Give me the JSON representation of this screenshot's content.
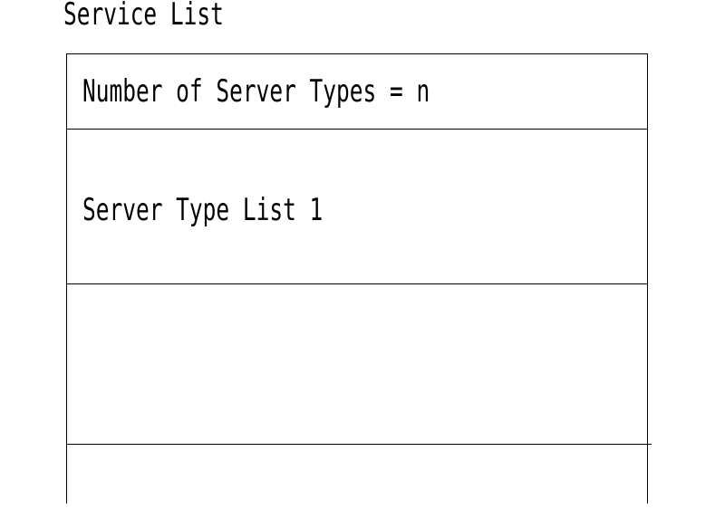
{
  "page": {
    "background_color": "#ffffff",
    "line_color": "#000000"
  },
  "diagram": {
    "title": "Service List",
    "service_box": {
      "rows": [
        {
          "label": "Number of Server Types = n"
        },
        {
          "label": "Server Type List 1"
        },
        {
          "label": ""
        },
        {
          "label": ""
        }
      ]
    }
  }
}
